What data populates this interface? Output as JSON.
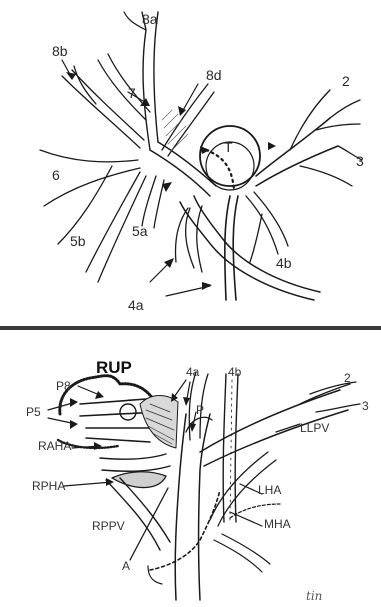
{
  "top": {
    "labels": {
      "s8a": "8a",
      "s8b": "8b",
      "s8d": "8d",
      "s7": "7",
      "s2": "2",
      "s3": "3",
      "s6": "6",
      "s5b": "5b",
      "s5a": "5a",
      "s4a": "4a",
      "s4b": "4b",
      "tumor": "T"
    }
  },
  "bottom": {
    "labels": {
      "rup": "RUP",
      "p8": "P8",
      "p5": "P5",
      "raha": "RAHA",
      "rpha": "RPHA",
      "rppv": "RPPV",
      "a": "A",
      "p": "P",
      "s4a": "4a",
      "s4b": "4b",
      "s2": "2",
      "s3": "3",
      "llpv": "LLPV",
      "lha": "LHA",
      "mha": "MHA"
    },
    "signature": "tin"
  }
}
